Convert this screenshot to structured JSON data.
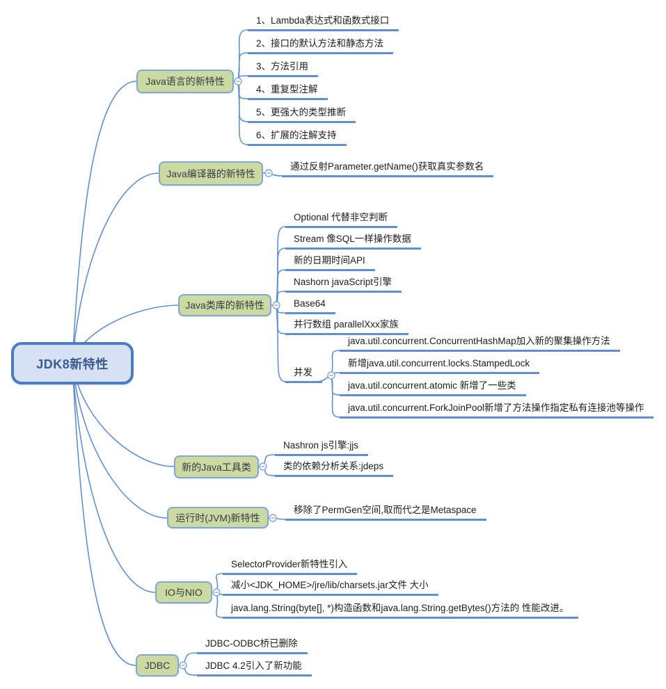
{
  "root": {
    "label": "JDK8新特性"
  },
  "colors": {
    "line": "#6291cc",
    "underline": "#5f8fce",
    "root_fill": "#d6e2f4",
    "root_border": "#4a7cc0",
    "root_text": "#3c5c8c",
    "branch_fill": "#ccd9a1",
    "branch_border": "#7fa8d9",
    "branch_text": "#313d49",
    "leaf_text": "#1c1c1c"
  },
  "icons": {
    "collapse": "minus-circle"
  },
  "branches": [
    {
      "label": "Java语言的新特性",
      "children": [
        "1、Lambda表达式和函数式接口",
        "2、接口的默认方法和静态方法",
        "3、方法引用",
        "4、重复型注解",
        "5、更强大的类型推断",
        "6、扩展的注解支持"
      ]
    },
    {
      "label": "Java编译器的新特性",
      "children": [
        "通过反射Parameter.getName()获取真实参数名"
      ]
    },
    {
      "label": "Java类库的新特性",
      "children": [
        "Optional 代替非空判断",
        "Stream 像SQL一样操作数据",
        "新的日期时间API",
        "Nashorn javaScript引擎",
        "Base64",
        "并行数组 parallelXxx家族"
      ],
      "subtopic": {
        "label": "并发",
        "children": [
          "java.util.concurrent.ConcurrentHashMap加入新的聚集操作方法",
          "新增java.util.concurrent.locks.StampedLock",
          "java.util.concurrent.atomic 新增了一些类",
          "java.util.concurrent.ForkJoinPool新增了方法操作指定私有连接池等操作"
        ]
      }
    },
    {
      "label": "新的Java工具类",
      "children": [
        "Nashron js引擎:jjs",
        "类的依赖分析关系:jdeps"
      ]
    },
    {
      "label": "运行时(JVM)新特性",
      "children": [
        "移除了PermGen空间,取而代之是Metaspace"
      ]
    },
    {
      "label": "IO与NIO",
      "children": [
        "SelectorProvider新特性引入",
        "减小<JDK_HOME>/jre/lib/charsets.jar文件 大小",
        "java.lang.String(byte[], *)构造函数和java.lang.String.getBytes()方法的 性能改进。"
      ]
    },
    {
      "label": "JDBC",
      "children": [
        "JDBC-ODBC桥已删除",
        "JDBC 4.2引入了新功能"
      ]
    }
  ]
}
